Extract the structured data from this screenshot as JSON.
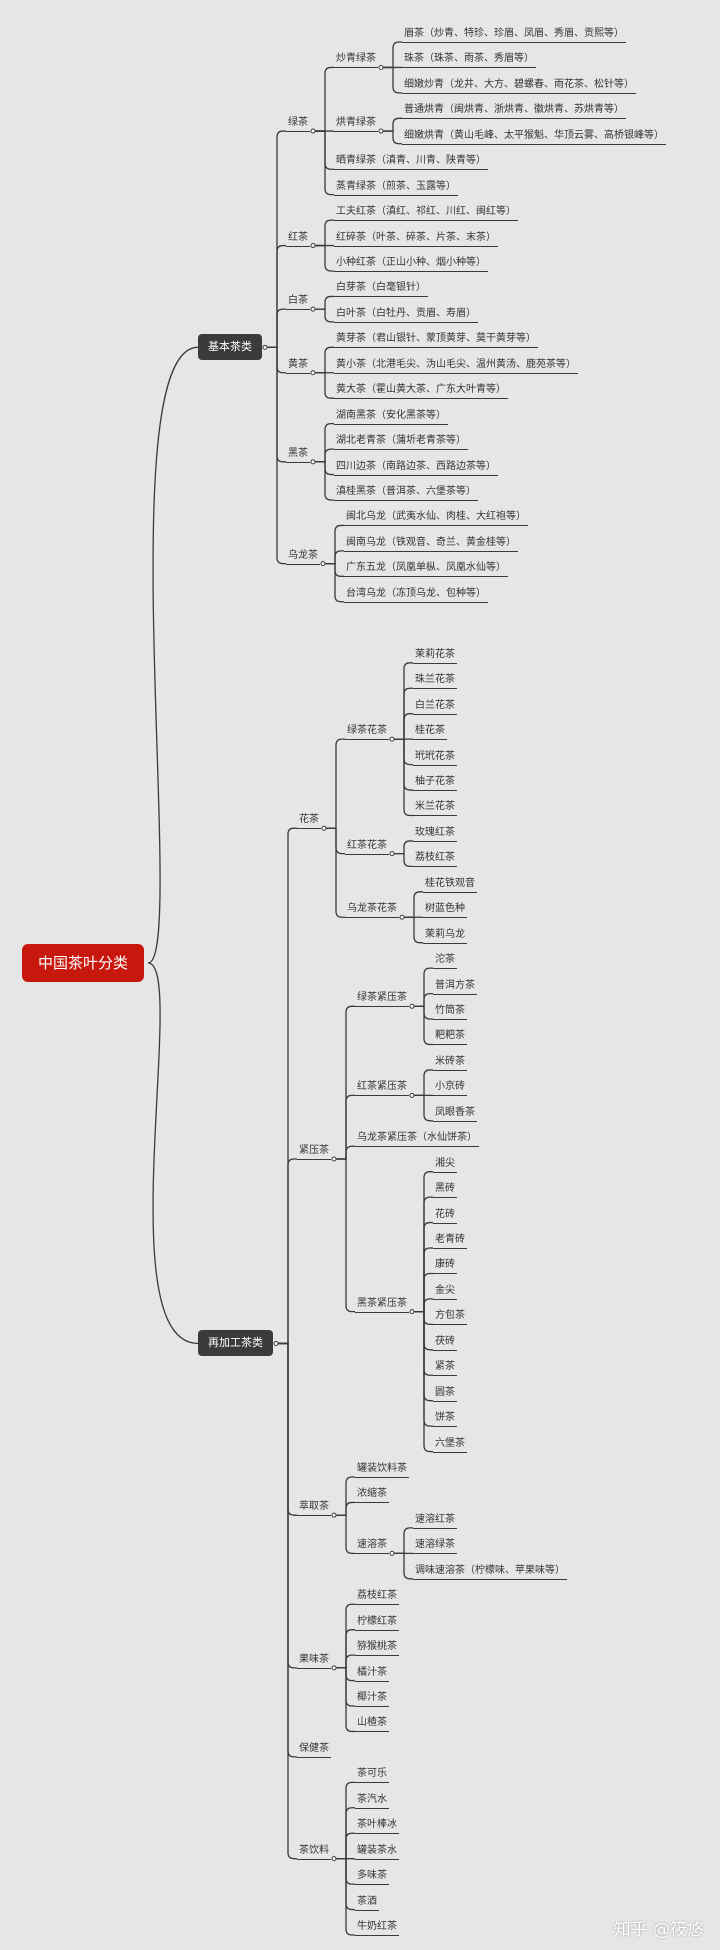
{
  "tree": {
    "label": "中国茶叶分类",
    "children": [
      {
        "label": "基本茶类",
        "children": [
          {
            "label": "绿茶",
            "children": [
              {
                "label": "炒青绿茶",
                "children": [
                  {
                    "label": "眉茶（炒青、特珍、珍眉、凤眉、秀眉、贡熙等）"
                  },
                  {
                    "label": "珠茶（珠茶、雨茶、秀眉等）"
                  },
                  {
                    "label": "细嫩炒青（龙井、大方、碧螺春、雨花茶、松针等）"
                  }
                ]
              },
              {
                "label": "烘青绿茶",
                "children": [
                  {
                    "label": "普通烘青（闽烘青、浙烘青、徽烘青、苏烘青等）"
                  },
                  {
                    "label": "细嫩烘青（黄山毛峰、太平猴魁、华顶云雾、高桥银峰等）"
                  }
                ]
              },
              {
                "label": "晒青绿茶（滇青、川青、陕青等）"
              },
              {
                "label": "蒸青绿茶（煎茶、玉露等）"
              }
            ]
          },
          {
            "label": "红茶",
            "children": [
              {
                "label": "工夫红茶（滇红、祁红、川红、闽红等）"
              },
              {
                "label": "红碎茶（叶茶、碎茶、片茶、末茶）"
              },
              {
                "label": "小种红茶（正山小种、烟小种等）"
              }
            ]
          },
          {
            "label": "白茶",
            "children": [
              {
                "label": "白芽茶（白毫银针）"
              },
              {
                "label": "白叶茶（白牡丹、贡眉、寿眉）"
              }
            ]
          },
          {
            "label": "黄茶",
            "children": [
              {
                "label": "黄芽茶（君山银针、蒙顶黄芽、莫干黄芽等）"
              },
              {
                "label": "黄小茶（北港毛尖、沩山毛尖、温州黄汤、鹿苑茶等）"
              },
              {
                "label": "黄大茶（霍山黄大茶、广东大叶青等）"
              }
            ]
          },
          {
            "label": "黑茶",
            "children": [
              {
                "label": "湖南黑茶（安化黑茶等）"
              },
              {
                "label": "湖北老青茶（蒲圻老青茶等）"
              },
              {
                "label": "四川边茶（南路边茶、西路边茶等）"
              },
              {
                "label": "滇桂黑茶（普洱茶、六堡茶等）"
              }
            ]
          },
          {
            "label": "乌龙茶",
            "children": [
              {
                "label": "闽北乌龙（武夷水仙、肉桂、大红袍等）"
              },
              {
                "label": "闽南乌龙（铁观音、奇兰、黄金桂等）"
              },
              {
                "label": "广东五龙（凤凰单枞、凤凰水仙等）"
              },
              {
                "label": "台湾乌龙（冻顶乌龙、包种等）"
              }
            ]
          }
        ]
      },
      {
        "label": "再加工茶类",
        "children": [
          {
            "label": "花茶",
            "children": [
              {
                "label": "绿茶花茶",
                "children": [
                  {
                    "label": "茉莉花茶"
                  },
                  {
                    "label": "珠兰花茶"
                  },
                  {
                    "label": "白兰花茶"
                  },
                  {
                    "label": "桂花茶"
                  },
                  {
                    "label": "玳玳花茶"
                  },
                  {
                    "label": "柚子花茶"
                  },
                  {
                    "label": "米兰花茶"
                  }
                ]
              },
              {
                "label": "红茶花茶",
                "children": [
                  {
                    "label": "玫瑰红茶"
                  },
                  {
                    "label": "荔枝红茶"
                  }
                ]
              },
              {
                "label": "乌龙茶花茶",
                "children": [
                  {
                    "label": "桂花铁观音"
                  },
                  {
                    "label": "树蓝色种"
                  },
                  {
                    "label": "茉莉乌龙"
                  }
                ]
              }
            ]
          },
          {
            "label": "紧压茶",
            "children": [
              {
                "label": "绿茶紧压茶",
                "children": [
                  {
                    "label": "沱茶"
                  },
                  {
                    "label": "普洱方茶"
                  },
                  {
                    "label": "竹筒茶"
                  },
                  {
                    "label": "粑粑茶"
                  }
                ]
              },
              {
                "label": "红茶紧压茶",
                "children": [
                  {
                    "label": "米砖茶"
                  },
                  {
                    "label": "小京砖"
                  },
                  {
                    "label": "凤眼香茶"
                  }
                ]
              },
              {
                "label": "乌龙茶紧压茶（水仙饼茶）"
              },
              {
                "label": "黑茶紧压茶",
                "children": [
                  {
                    "label": "湘尖"
                  },
                  {
                    "label": "黑砖"
                  },
                  {
                    "label": "花砖"
                  },
                  {
                    "label": "老青砖"
                  },
                  {
                    "label": "康砖"
                  },
                  {
                    "label": "金尖"
                  },
                  {
                    "label": "方包茶"
                  },
                  {
                    "label": "茯砖"
                  },
                  {
                    "label": "紧茶"
                  },
                  {
                    "label": "圆茶"
                  },
                  {
                    "label": "饼茶"
                  },
                  {
                    "label": "六堡茶"
                  }
                ]
              }
            ]
          },
          {
            "label": "萃取茶",
            "children": [
              {
                "label": "罐装饮料茶"
              },
              {
                "label": "浓缩茶"
              },
              {
                "label": "速溶茶",
                "children": [
                  {
                    "label": "速溶红茶"
                  },
                  {
                    "label": "速溶绿茶"
                  },
                  {
                    "label": "调味速溶茶（柠檬味、苹果味等）"
                  }
                ]
              }
            ]
          },
          {
            "label": "果味茶",
            "children": [
              {
                "label": "荔枝红茶"
              },
              {
                "label": "柠檬红茶"
              },
              {
                "label": "猕猴桃茶"
              },
              {
                "label": "橘汁茶"
              },
              {
                "label": "椰汁茶"
              },
              {
                "label": "山楂茶"
              }
            ]
          },
          {
            "label": "保健茶"
          },
          {
            "label": "茶饮料",
            "children": [
              {
                "label": "茶可乐"
              },
              {
                "label": "茶汽水"
              },
              {
                "label": "茶叶棒冰"
              },
              {
                "label": "罐装茶水"
              },
              {
                "label": "多味茶"
              },
              {
                "label": "茶酒"
              },
              {
                "label": "牛奶红茶"
              }
            ]
          }
        ]
      }
    ]
  },
  "watermark": "知乎 @筱悠",
  "colors": {
    "background": "#e6e6e6",
    "root": "#c8180e",
    "branch": "#3b3b3b",
    "line": "#3a3a3a"
  }
}
